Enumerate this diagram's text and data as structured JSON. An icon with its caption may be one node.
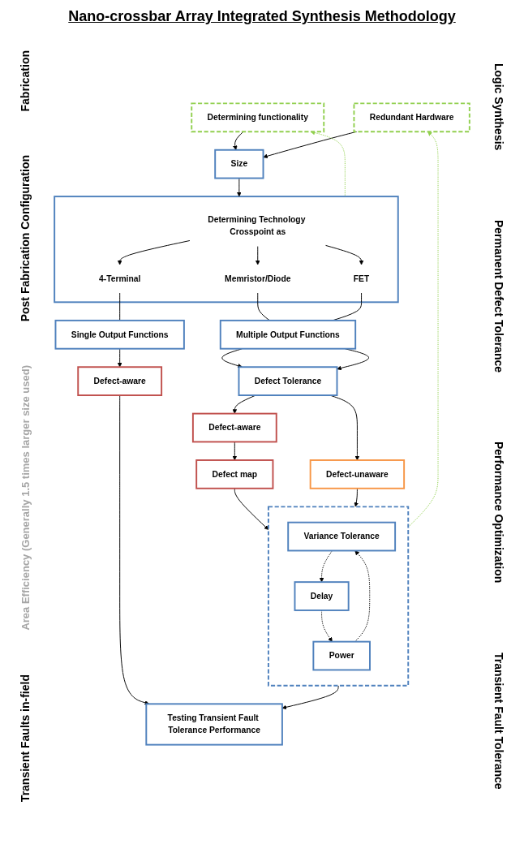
{
  "diagram": {
    "title": "Nano-crossbar Array Integrated Synthesis Methodology",
    "nodes": [
      {
        "text": [
          "Determining functionality"
        ]
      },
      {
        "text": [
          "Size"
        ]
      },
      {
        "text": [
          "Redundant Hardware"
        ]
      },
      {
        "text": [],
        "shape": "box"
      },
      {
        "text": [
          "Determining Technology Crosspoint as"
        ],
        "in": 3
      },
      {
        "text": [
          "Memristor/Diode"
        ],
        "in": 3
      },
      {
        "text": [
          "FET"
        ],
        "in": 3
      },
      {
        "text": [
          "4-Terminal"
        ],
        "in": 3
      },
      {
        "text": [
          "Multiple Output Functions"
        ]
      },
      {
        "text": [
          "Single Output Functions"
        ]
      },
      {
        "text": [
          "Defect Tolerance"
        ]
      },
      {
        "text": [
          "Defect-aware"
        ]
      },
      {
        "text": [
          "Defect-unaware"
        ]
      },
      {
        "text": [
          "Defect-aware"
        ]
      },
      {
        "text": [
          "Defect map"
        ]
      },
      {
        "text": [],
        "shape": "box"
      },
      {
        "text": [
          "Variance Tolerance"
        ],
        "in": 15
      },
      {
        "text": [
          "Delay"
        ],
        "in": 15
      },
      {
        "text": [
          "Power"
        ],
        "in": 15
      },
      {
        "text": [
          "Testing Transient Fault Tolerance Performance"
        ]
      }
    ],
    "edges": [
      {
        "from": 0,
        "to": 1,
        "arrow": "to"
      },
      {
        "from": 2,
        "to": 1,
        "arrow": "to"
      },
      {
        "from": 1,
        "to": 3,
        "arrow": "to"
      },
      {
        "from": 4,
        "to": 5,
        "arrow": "to"
      },
      {
        "from": 4,
        "to": 6,
        "arrow": "to"
      },
      {
        "from": 4,
        "to": 7,
        "arrow": "to"
      },
      {
        "from": 5,
        "to": 8,
        "arrow": "none"
      },
      {
        "from": 6,
        "to": 8,
        "arrow": "none"
      },
      {
        "from": 7,
        "to": 9,
        "arrow": "none"
      },
      {
        "from": 8,
        "to": 10,
        "arrow": "to"
      },
      {
        "from": 8,
        "to": 10,
        "arrow": "to"
      },
      {
        "from": 10,
        "to": 11,
        "arrow": "to"
      },
      {
        "from": 10,
        "to": 12,
        "arrow": "to"
      },
      {
        "from": 9,
        "to": 13,
        "arrow": "to"
      },
      {
        "from": 11,
        "to": 14,
        "arrow": "to"
      },
      {
        "from": 14,
        "to": 15,
        "arrow": "to"
      },
      {
        "from": 12,
        "to": 15,
        "arrow": "to"
      },
      {
        "from": 16,
        "to": 17,
        "arrow": "to",
        "style": "dashed"
      },
      {
        "from": 17,
        "to": 18,
        "arrow": "to",
        "style": "dashed"
      },
      {
        "from": 18,
        "to": 16,
        "arrow": "to",
        "style": "dashed"
      },
      {
        "from": 15,
        "to": 19,
        "arrow": "to"
      },
      {
        "from": 13,
        "to": 19,
        "arrow": "to"
      },
      {
        "from": 3,
        "to": 0,
        "arrow": "to",
        "style": "dashed",
        "color": "#92d050"
      },
      {
        "from": 15,
        "to": 2,
        "arrow": "to",
        "style": "dashed",
        "color": "#92d050"
      }
    ],
    "labels": [
      "Fabrication",
      "Post Fabrication Configuration",
      "Area Efficiency (Generally 1.5 times larger size used)",
      "Transient Faults in-field",
      "Logic Synthesis",
      "Permanent Defect Tolerance",
      "Performance Optimization",
      "Transient Fault Tolerance"
    ]
  }
}
